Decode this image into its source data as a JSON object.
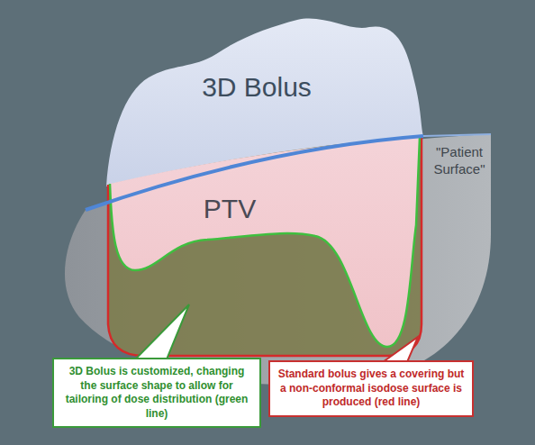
{
  "diagram": {
    "nodes": [
      {
        "text": [
          "3D Bolus"
        ]
      },
      {
        "text": [
          "PTV"
        ]
      },
      {
        "text": [
          "3D Bolus is customized, changing the surface shape to allow for tailoring of dose distribution (green line)"
        ]
      },
      {
        "text": [
          "Standard bolus gives a covering but a non-conformal isodose surface is produced (red line)"
        ]
      }
    ],
    "labels": [
      "\"Patient Surface\""
    ]
  }
}
